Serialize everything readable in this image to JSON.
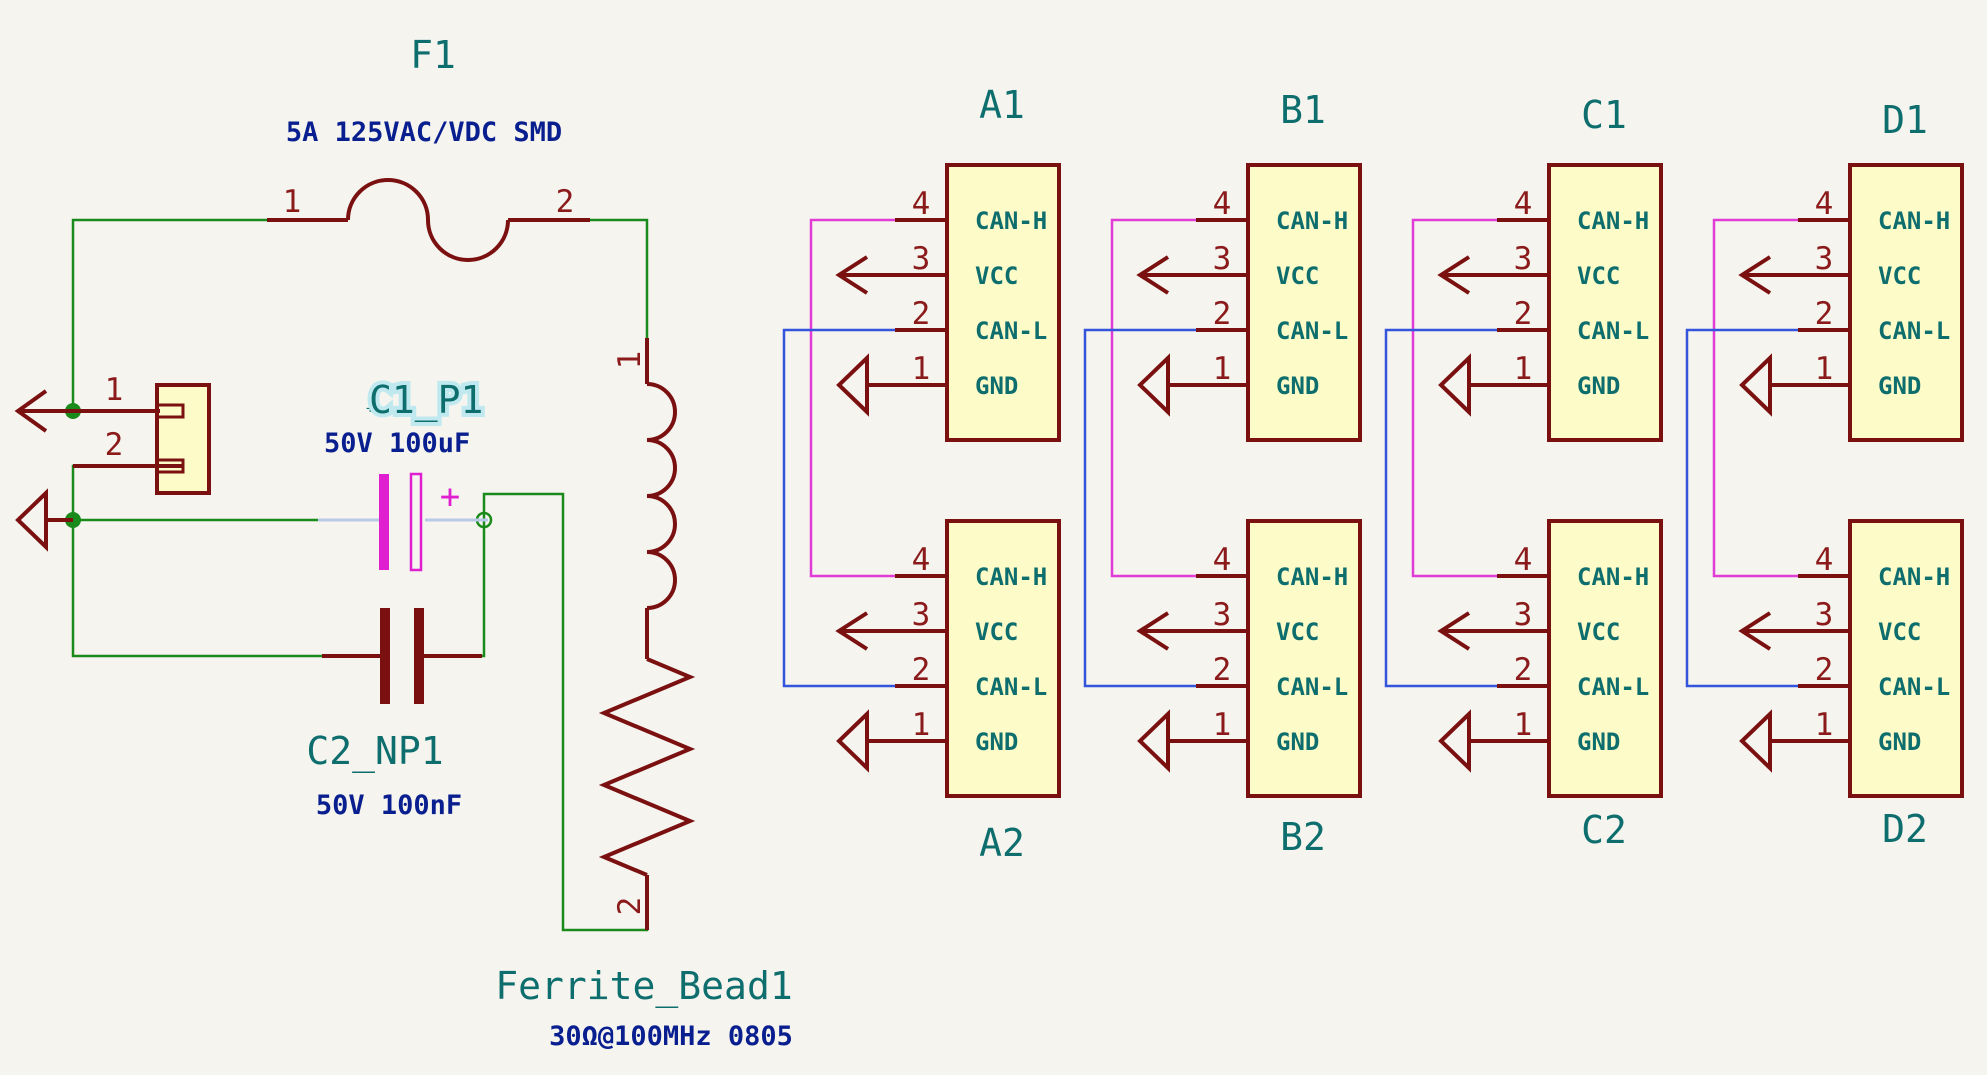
{
  "fuse": {
    "ref": "F1",
    "value": "5A 125VAC/VDC SMD",
    "pin1": "1",
    "pin2": "2"
  },
  "connector": {
    "pin1": "1",
    "pin2": "2"
  },
  "cap_polar": {
    "ref": "C1_P1",
    "value": "50V 100uF",
    "plus": "+"
  },
  "cap_np": {
    "ref": "C2_NP1",
    "value": "50V 100nF"
  },
  "ferrite": {
    "ref": "Ferrite_Bead1",
    "value": "30Ω@100MHz 0805",
    "pin1": "1",
    "pin2": "2"
  },
  "can_connectors": [
    {
      "ref": "A1",
      "pins": [
        {
          "num": "4",
          "name": "CAN-H"
        },
        {
          "num": "3",
          "name": "VCC"
        },
        {
          "num": "2",
          "name": "CAN-L"
        },
        {
          "num": "1",
          "name": "GND"
        }
      ]
    },
    {
      "ref": "A2",
      "pins": [
        {
          "num": "4",
          "name": "CAN-H"
        },
        {
          "num": "3",
          "name": "VCC"
        },
        {
          "num": "2",
          "name": "CAN-L"
        },
        {
          "num": "1",
          "name": "GND"
        }
      ]
    },
    {
      "ref": "B1",
      "pins": [
        {
          "num": "4",
          "name": "CAN-H"
        },
        {
          "num": "3",
          "name": "VCC"
        },
        {
          "num": "2",
          "name": "CAN-L"
        },
        {
          "num": "1",
          "name": "GND"
        }
      ]
    },
    {
      "ref": "B2",
      "pins": [
        {
          "num": "4",
          "name": "CAN-H"
        },
        {
          "num": "3",
          "name": "VCC"
        },
        {
          "num": "2",
          "name": "CAN-L"
        },
        {
          "num": "1",
          "name": "GND"
        }
      ]
    },
    {
      "ref": "C1",
      "pins": [
        {
          "num": "4",
          "name": "CAN-H"
        },
        {
          "num": "3",
          "name": "VCC"
        },
        {
          "num": "2",
          "name": "CAN-L"
        },
        {
          "num": "1",
          "name": "GND"
        }
      ]
    },
    {
      "ref": "C2",
      "pins": [
        {
          "num": "4",
          "name": "CAN-H"
        },
        {
          "num": "3",
          "name": "VCC"
        },
        {
          "num": "2",
          "name": "CAN-L"
        },
        {
          "num": "1",
          "name": "GND"
        }
      ]
    },
    {
      "ref": "D1",
      "pins": [
        {
          "num": "4",
          "name": "CAN-H"
        },
        {
          "num": "3",
          "name": "VCC"
        },
        {
          "num": "2",
          "name": "CAN-L"
        },
        {
          "num": "1",
          "name": "GND"
        }
      ]
    },
    {
      "ref": "D2",
      "pins": [
        {
          "num": "4",
          "name": "CAN-H"
        },
        {
          "num": "3",
          "name": "VCC"
        },
        {
          "num": "2",
          "name": "CAN-L"
        },
        {
          "num": "1",
          "name": "GND"
        }
      ]
    }
  ],
  "colors": {
    "component_outline": "#7a1010",
    "component_body": "#fdfbc8",
    "wire": "#1a8a1a",
    "can_h_wire": "#e23cd6",
    "can_l_wire": "#3355dd",
    "reference_text": "#0e6e6e",
    "value_text": "#0a1f8f",
    "selected": "#e020d0"
  }
}
